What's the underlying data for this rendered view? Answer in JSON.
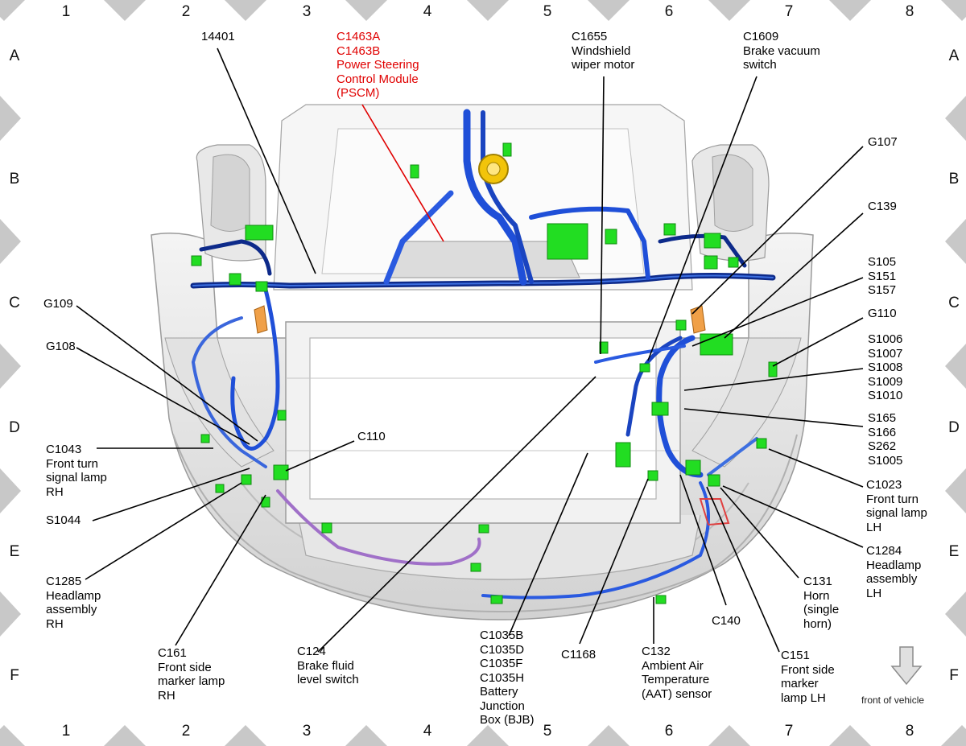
{
  "grid": {
    "columns": [
      "1",
      "2",
      "3",
      "4",
      "5",
      "6",
      "7",
      "8"
    ],
    "rows": [
      "A",
      "B",
      "C",
      "D",
      "E",
      "F"
    ]
  },
  "callouts": [
    {
      "id": "c14401",
      "text": "14401",
      "color": "#000000"
    },
    {
      "id": "cpscm",
      "text": "C1463A\nC1463B\nPower Steering\nControl Module\n(PSCM)",
      "color": "#e00000"
    },
    {
      "id": "c1655",
      "text": "C1655\nWindshield\nwiper motor",
      "color": "#000000"
    },
    {
      "id": "c1609",
      "text": "C1609\nBrake vacuum\nswitch",
      "color": "#000000"
    },
    {
      "id": "g107",
      "text": "G107",
      "color": "#000000"
    },
    {
      "id": "c139",
      "text": "C139",
      "color": "#000000"
    },
    {
      "id": "s105",
      "text": "S105\nS151\nS157",
      "color": "#000000"
    },
    {
      "id": "g110",
      "text": "G110",
      "color": "#000000"
    },
    {
      "id": "s1006",
      "text": "S1006\nS1007\nS1008\nS1009\nS1010",
      "color": "#000000"
    },
    {
      "id": "s165",
      "text": "S165\nS166\nS262\nS1005",
      "color": "#000000"
    },
    {
      "id": "c1023",
      "text": "C1023\nFront turn\nsignal lamp\nLH",
      "color": "#000000"
    },
    {
      "id": "c1284",
      "text": "C1284\nHeadlamp\nassembly\nLH",
      "color": "#000000"
    },
    {
      "id": "c131",
      "text": "C131\nHorn\n(single\nhorn)",
      "color": "#000000"
    },
    {
      "id": "c140",
      "text": "C140",
      "color": "#000000"
    },
    {
      "id": "c151",
      "text": "C151\nFront side\nmarker\nlamp LH",
      "color": "#000000"
    },
    {
      "id": "c132",
      "text": "C132\nAmbient Air\nTemperature\n(AAT) sensor",
      "color": "#000000"
    },
    {
      "id": "c1168",
      "text": "C1168",
      "color": "#000000"
    },
    {
      "id": "c1035",
      "text": "C1035B\nC1035D\nC1035F\nC1035H\nBattery\nJunction\nBox (BJB)",
      "color": "#000000"
    },
    {
      "id": "c124",
      "text": "C124\nBrake fluid\nlevel switch",
      "color": "#000000"
    },
    {
      "id": "c161",
      "text": "C161\nFront side\nmarker lamp\nRH",
      "color": "#000000"
    },
    {
      "id": "c1285",
      "text": "C1285\nHeadlamp\nassembly\nRH",
      "color": "#000000"
    },
    {
      "id": "s1044",
      "text": "S1044",
      "color": "#000000"
    },
    {
      "id": "c1043",
      "text": "C1043\nFront turn\nsignal lamp\nRH",
      "color": "#000000"
    },
    {
      "id": "g108",
      "text": "G108",
      "color": "#000000"
    },
    {
      "id": "g109",
      "text": "G109",
      "color": "#000000"
    },
    {
      "id": "c110",
      "text": "C110",
      "color": "#000000"
    }
  ],
  "front_indicator": {
    "label": "front of vehicle",
    "icon": "down-arrow-icon"
  },
  "colors": {
    "harness_dark": "#0d2a8a",
    "harness_mid": "#1f4fd8",
    "harness_light": "#4a7be0",
    "connector": "#22dd22",
    "purple": "#a070c8",
    "callout_red": "#e00000",
    "body_grey": "#d8d8d8",
    "border_diamond": "#c8c8c8"
  }
}
